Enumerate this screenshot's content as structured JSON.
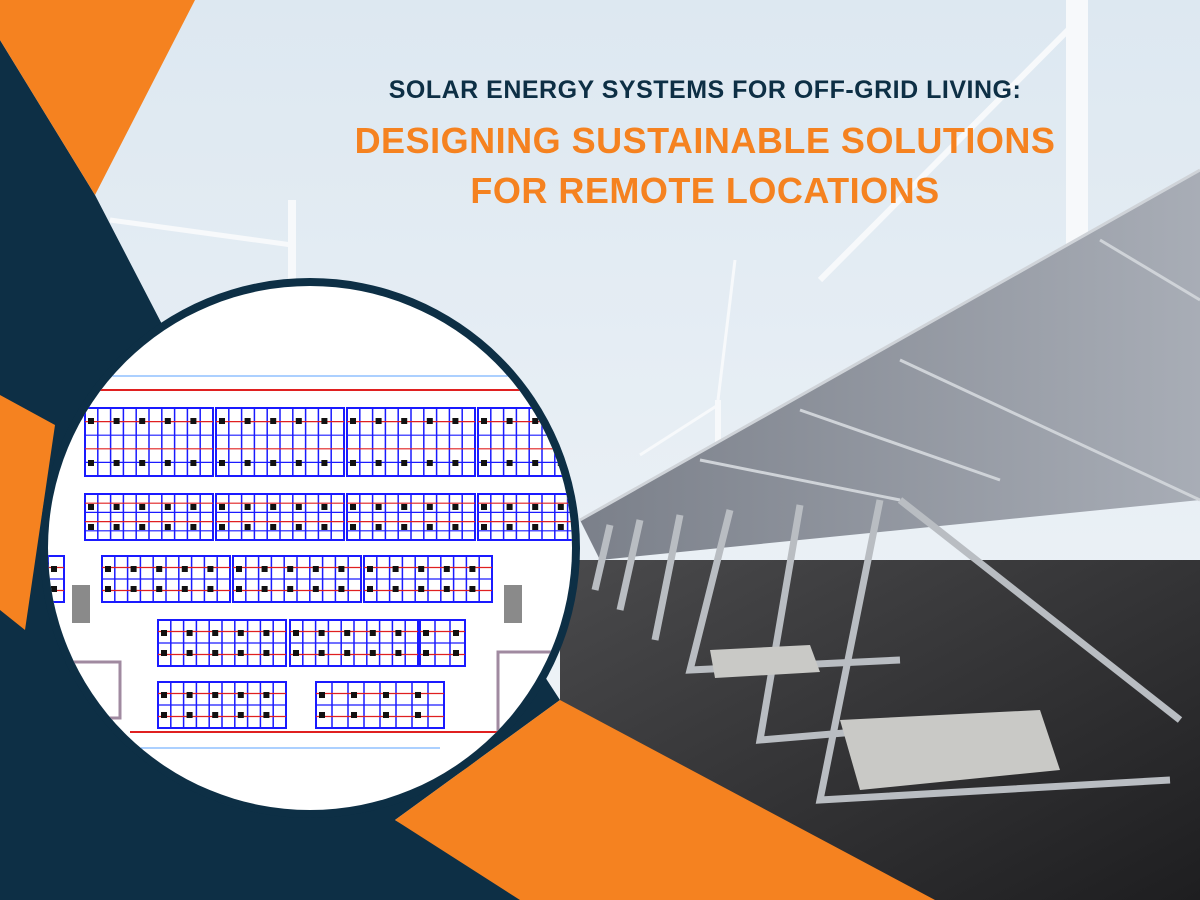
{
  "banner": {
    "kicker": "SOLAR ENERGY SYSTEMS FOR OFF-GRID LIVING:",
    "headline_line1": "DESIGNING SUSTAINABLE SOLUTIONS",
    "headline_line2": "FOR REMOTE LOCATIONS"
  },
  "colors": {
    "navy": "#0d2f45",
    "orange": "#f58220",
    "sky": "#e6eef5",
    "layout_blue": "#1a1aff",
    "layout_red": "#e02020"
  },
  "images": {
    "background": "solar-panel-rows-with-wind-turbines-photo",
    "inset": "solar-panel-layout-drawing"
  }
}
